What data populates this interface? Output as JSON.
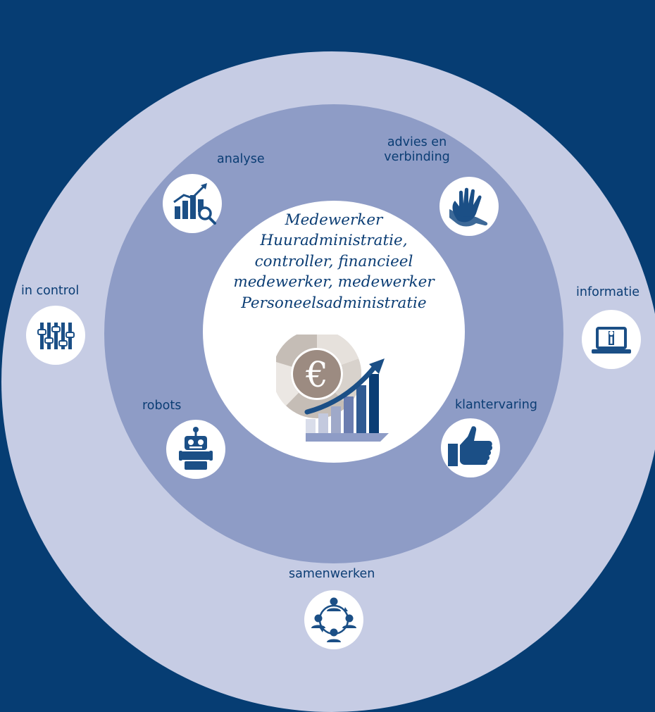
{
  "colors": {
    "background": "#063d73",
    "outer_ring": "#c6cce4",
    "inner_ring": "#8e9cc6",
    "center": "#ffffff",
    "accent": "#1b4f86"
  },
  "center": {
    "lines": [
      "Medewerker",
      "Huuradministratie,",
      "controller, financieel",
      "medewerker, medewerker",
      "Personeelsadministratie"
    ],
    "icon": "euro-growth-chart-icon"
  },
  "nodes": {
    "analyse": {
      "label": "analyse",
      "icon": "bar-chart-magnifier-icon"
    },
    "advies": {
      "label": "advies en verbinding",
      "icon": "helping-hand-icon"
    },
    "in_control": {
      "label": "in control",
      "icon": "sliders-icon"
    },
    "informatie": {
      "label": "informatie",
      "icon": "laptop-info-icon"
    },
    "robots": {
      "label": "robots",
      "icon": "robot-icon"
    },
    "klantervaring": {
      "label": "klantervaring",
      "icon": "thumbs-up-icon"
    },
    "samenwerken": {
      "label": "samenwerken",
      "icon": "network-people-icon"
    }
  }
}
